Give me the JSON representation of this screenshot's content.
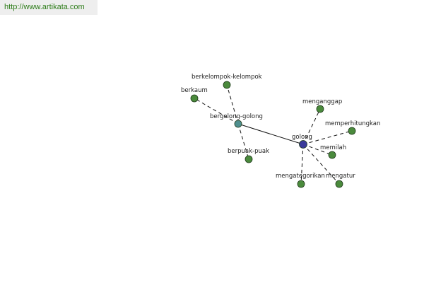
{
  "url_text": "http://www.artikata.com",
  "colors": {
    "leaf": "#4a8a3c",
    "hub": "#4f8f8f",
    "root": "#3a3a9a"
  },
  "nodes": {
    "golong": {
      "label": "golong",
      "kind": "root"
    },
    "bergolong_golong": {
      "label": "bergolong-golong",
      "kind": "hub"
    },
    "berkelompok_kelompok": {
      "label": "berkelompok-kelompok",
      "kind": "leaf"
    },
    "berkaum": {
      "label": "berkaum",
      "kind": "leaf"
    },
    "berpuak_puak": {
      "label": "berpuak-puak",
      "kind": "leaf"
    },
    "menganggap": {
      "label": "menganggap",
      "kind": "leaf"
    },
    "memperhitungkan": {
      "label": "memperhitungkan",
      "kind": "leaf"
    },
    "memilah": {
      "label": "memilah",
      "kind": "leaf"
    },
    "mengategorikan": {
      "label": "mengategorikan",
      "kind": "leaf"
    },
    "mengatur": {
      "label": "mengatur",
      "kind": "leaf"
    }
  },
  "edges": [
    {
      "from": "golong",
      "to": "bergolong_golong",
      "style": "solid"
    },
    {
      "from": "bergolong_golong",
      "to": "berkelompok_kelompok",
      "style": "dashed"
    },
    {
      "from": "bergolong_golong",
      "to": "berkaum",
      "style": "dashed"
    },
    {
      "from": "bergolong_golong",
      "to": "berpuak_puak",
      "style": "dashed"
    },
    {
      "from": "golong",
      "to": "menganggap",
      "style": "dashed"
    },
    {
      "from": "golong",
      "to": "memperhitungkan",
      "style": "dashed"
    },
    {
      "from": "golong",
      "to": "memilah",
      "style": "dashed"
    },
    {
      "from": "golong",
      "to": "mengategorikan",
      "style": "dashed"
    },
    {
      "from": "golong",
      "to": "mengatur",
      "style": "dashed"
    }
  ]
}
